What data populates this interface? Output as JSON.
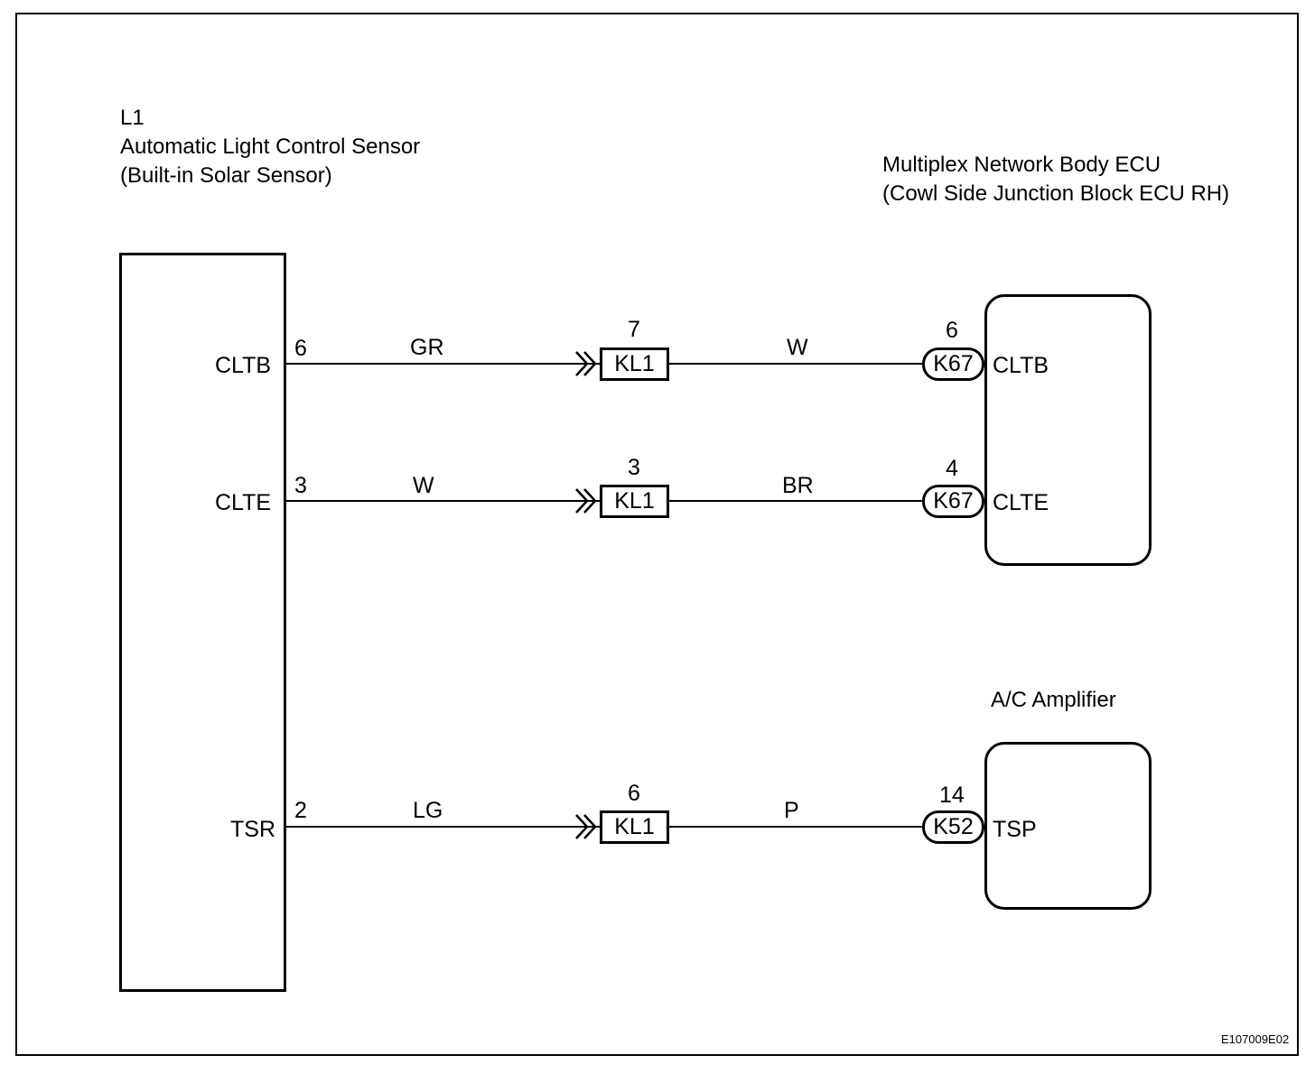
{
  "sensor": {
    "id": "L1",
    "name": "Automatic Light Control Sensor",
    "sub": "(Built-in Solar Sensor)",
    "pins": [
      {
        "label": "CLTB",
        "pin": "6"
      },
      {
        "label": "CLTE",
        "pin": "3"
      },
      {
        "label": "TSR",
        "pin": "2"
      }
    ]
  },
  "ecu": {
    "name": "Multiplex Network Body ECU",
    "sub": "(Cowl Side Junction Block ECU RH)"
  },
  "amp": {
    "name": "A/C Amplifier"
  },
  "circuits": [
    {
      "wire_left": "GR",
      "junction": "KL1",
      "junction_pin": "7",
      "wire_right": "W",
      "connector": "K67",
      "connector_pin": "6",
      "terminal": "CLTB"
    },
    {
      "wire_left": "W",
      "junction": "KL1",
      "junction_pin": "3",
      "wire_right": "BR",
      "connector": "K67",
      "connector_pin": "4",
      "terminal": "CLTE"
    },
    {
      "wire_left": "LG",
      "junction": "KL1",
      "junction_pin": "6",
      "wire_right": "P",
      "connector": "K52",
      "connector_pin": "14",
      "terminal": "TSP"
    }
  ],
  "figure_code": "E107009E02"
}
